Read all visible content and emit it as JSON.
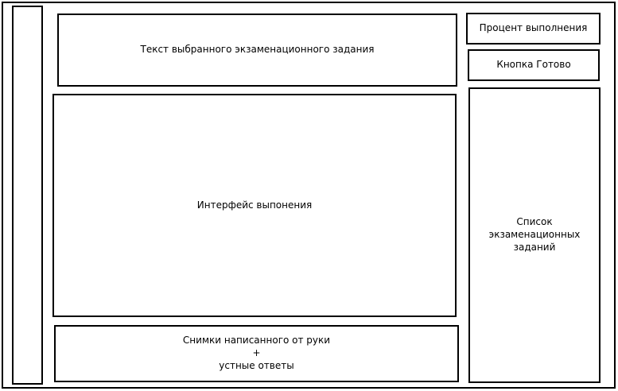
{
  "layout": {
    "task_text_label": "Текст выбранного экзаменационного задания",
    "workspace_label": "Интерфейс выпонения",
    "snapshots_label": "Снимки написанного от руки\n+\nустные ответы",
    "progress_label": "Процент выполнения",
    "done_button_label": "Кнопка Готово",
    "task_list_label": "Список\nэкзаменационных\nзаданий"
  }
}
